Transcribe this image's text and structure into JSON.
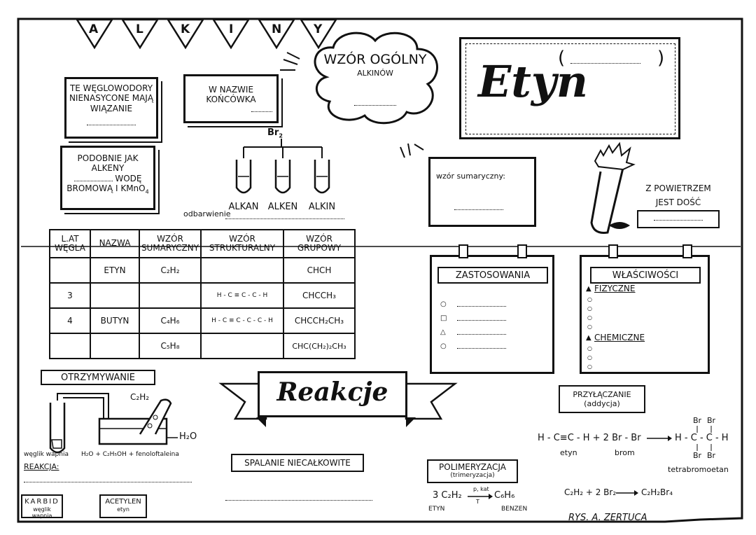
{
  "title_letters": [
    "A",
    "L",
    "K",
    "I",
    "N",
    "Y"
  ],
  "box_wegl": {
    "text": "TE WĘGLOWODORY NIENASYCONE MAJĄ WIĄZANIE"
  },
  "box_nazwa": {
    "text": "W NAZWIE KOŃCÓWKA"
  },
  "box_alkeny": {
    "line1": "PODOBNIE JAK ALKENY",
    "line2": "WODĘ",
    "line3": "BROMOWĄ I KMnO",
    "line3_sub": "4"
  },
  "cloud": {
    "title": "WZÓR OGÓLNY",
    "subtitle": "ALKINÓW"
  },
  "etyn_title": "Etyn",
  "etyn_paren_open": "(",
  "etyn_paren_close": ")",
  "br2": {
    "main": "Br",
    "sub": "2"
  },
  "test_tubes": [
    "ALKAN",
    "ALKEN",
    "ALKIN"
  ],
  "odbarwienie": "odbarwienie",
  "wzor_sumaryczny": "wzór sumaryczny:",
  "powietrze": {
    "line1": "Z POWIETRZEM",
    "line2": "JEST DOŚĆ"
  },
  "table": {
    "headers": [
      "L.AT WĘGLA",
      "NAZWA",
      "WZÓR SUMARYCZNY",
      "WZÓR STRUKTURALNY",
      "WZÓR GRUPOWY"
    ],
    "rows": [
      [
        "",
        "ETYN",
        "C₂H₂",
        "",
        "CHCH"
      ],
      [
        "3",
        "",
        "",
        "H - C ≡ C - C - H",
        "CHCCH₃"
      ],
      [
        "4",
        "BUTYN",
        "C₄H₆",
        "H - C ≡ C - C - C - H",
        "CHCCH₂CH₃"
      ],
      [
        "",
        "",
        "C₅H₈",
        "",
        "CHC(CH₂)₂CH₃"
      ]
    ]
  },
  "zastosowania": "ZASTOSOWANIA",
  "wlasciwosci": {
    "title": "WŁAŚCIWOŚCI",
    "fizyczne": "FIZYCZNE",
    "chemiczne": "CHEMICZNE"
  },
  "otrzymywanie": "OTRZYMYWANIE",
  "apparatus": {
    "c2h2": "C₂H₂",
    "h2o": "H₂O",
    "wegiel": "węglik wapnia",
    "reagents": "H₂O + C₂H₅OH + fenoloftaleina",
    "reakcja": "REAKCJA:"
  },
  "karbid": {
    "title": "KARBID",
    "sub": "węglik wapnia"
  },
  "acetylen": {
    "title": "ACETYLEN",
    "sub": "etyn"
  },
  "reakcje": "Reakcje",
  "spalanie": "SPALANIE NIECAŁKOWITE",
  "polimeryzacja": {
    "title": "POLIMERYZACJA",
    "sub": "(trimeryzacja)",
    "left": "3 C₂H₂",
    "cond_top": "p, kat",
    "cond_bot": "T",
    "right": "C₆H₆",
    "left_label": "ETYN",
    "right_label": "BENZEN"
  },
  "przylaczanie": {
    "title": "PRZYŁĄCZANIE",
    "sub": "(addycja)"
  },
  "addycja": {
    "eq": "H - C≡C - H + 2 Br - Br",
    "etyn": "etyn",
    "brom": "brom",
    "product": "H - C - C - H",
    "br": "Br",
    "product_label": "tetrabromoetan"
  },
  "sum_eq": {
    "left": "C₂H₂ + 2 Br₂",
    "right": "C₂H₂Br₄"
  },
  "signature": "RYS. A. ZERTUCA"
}
